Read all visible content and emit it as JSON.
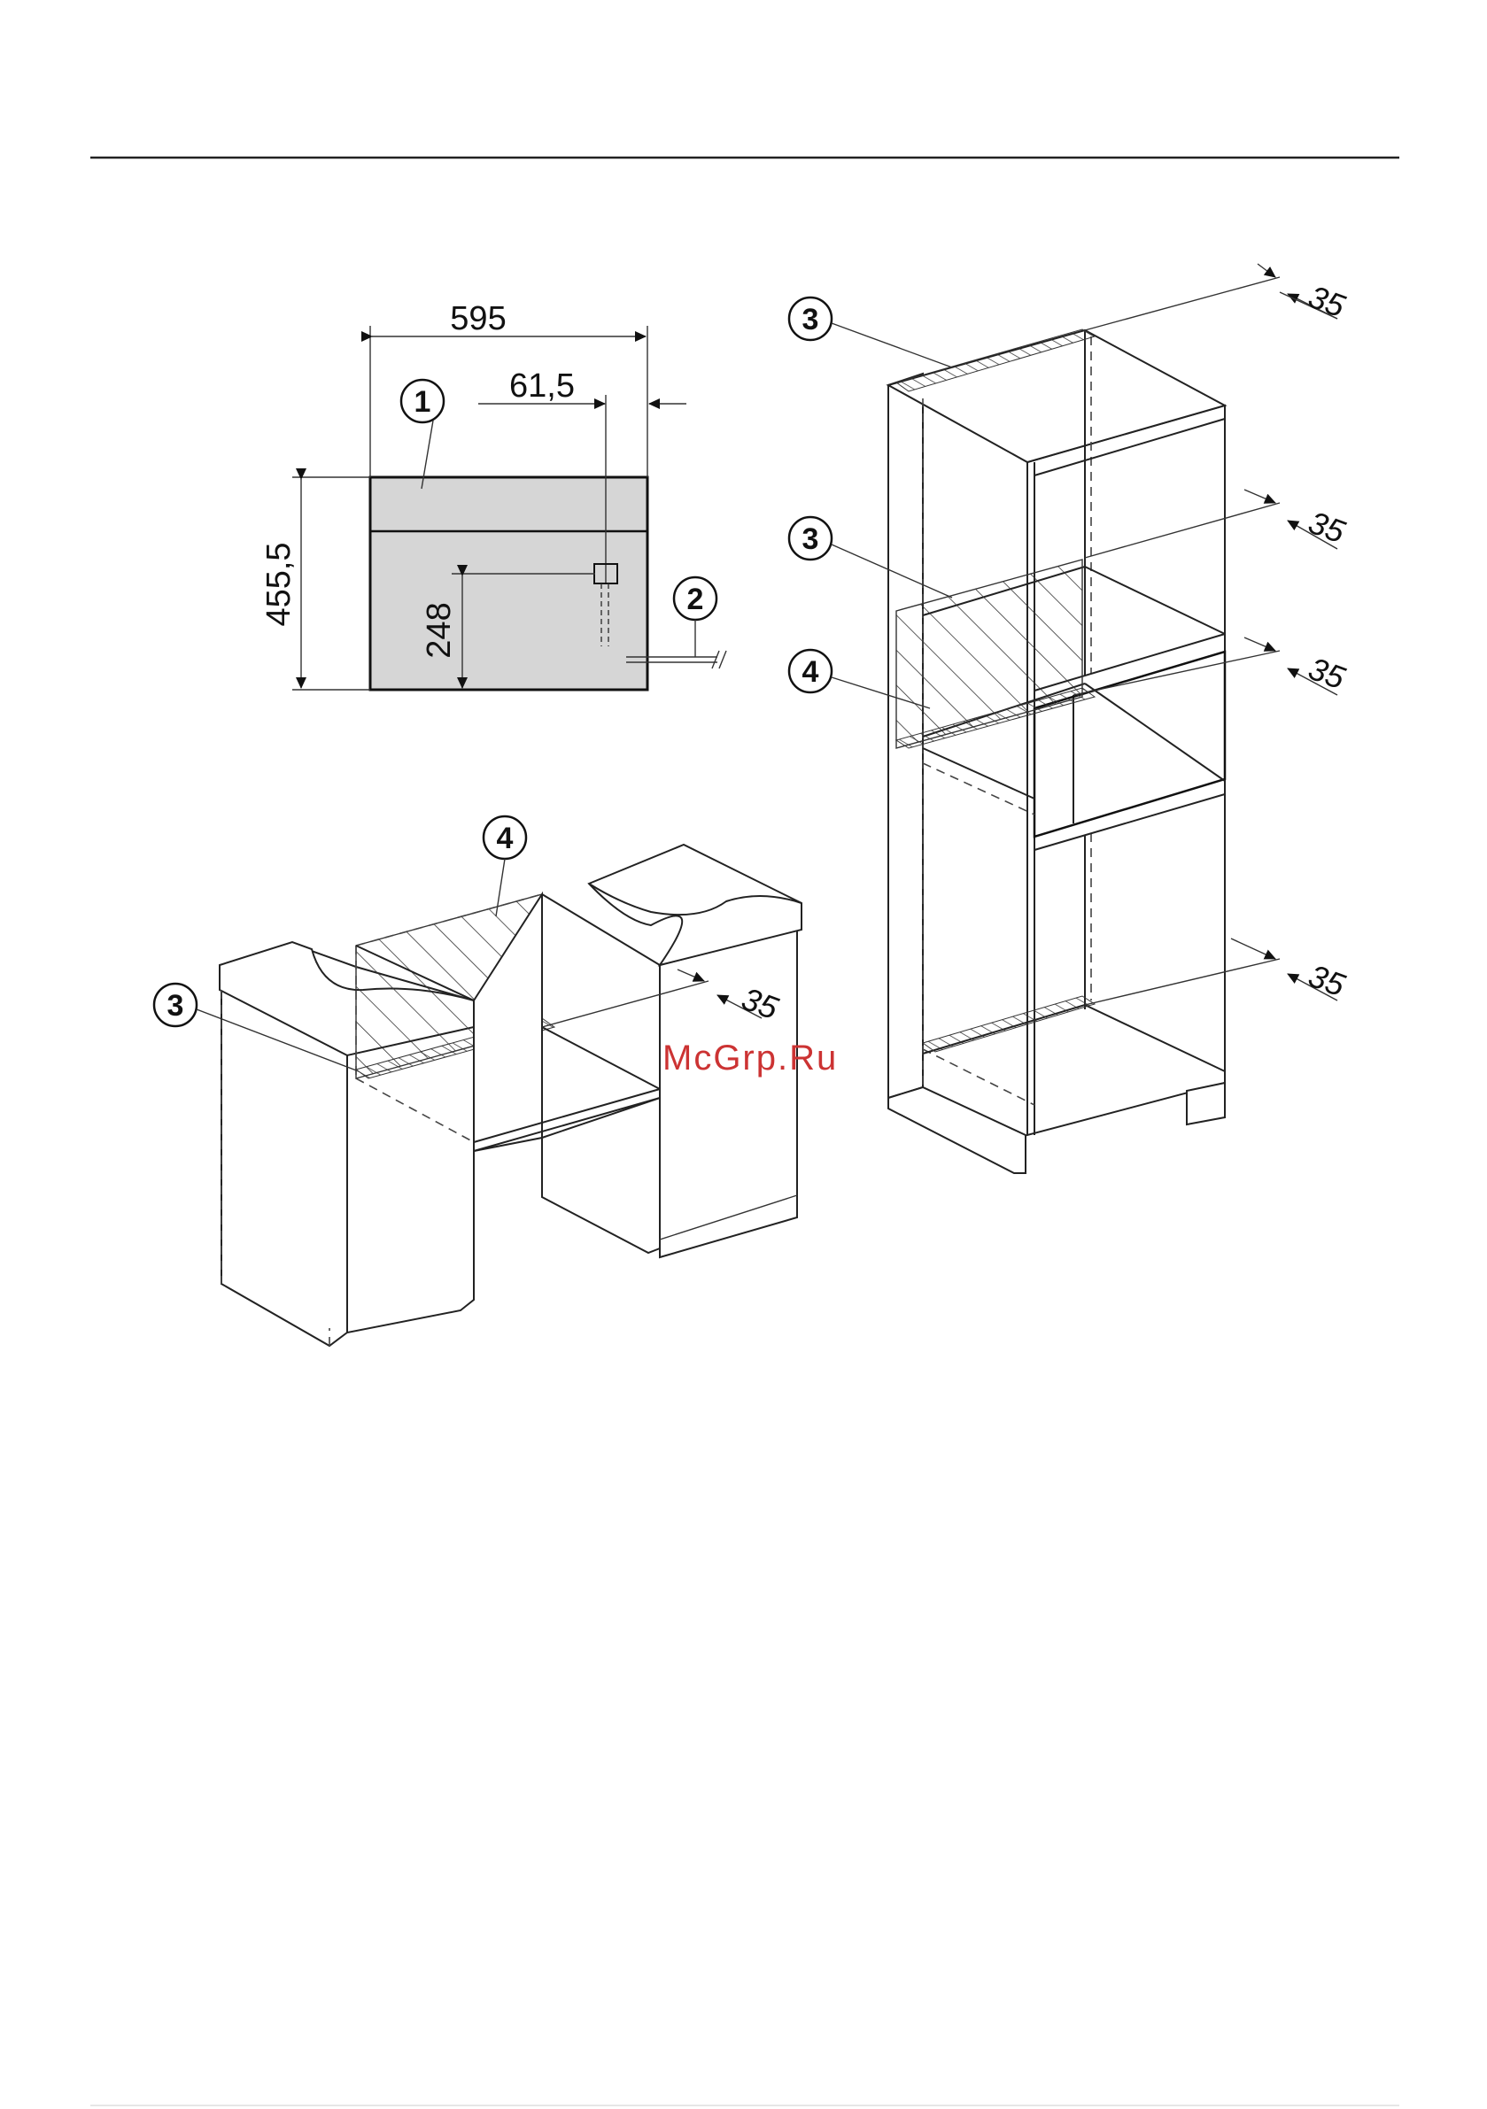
{
  "dimensions": {
    "width": "595",
    "height": "455,5",
    "offset_right": "61,5",
    "connection_height": "248",
    "ventilation_gap_unit": "35"
  },
  "callouts": {
    "c1": "1",
    "c2": "2",
    "c3": "3",
    "c4": "4"
  },
  "watermark": "McGrp.Ru",
  "colors": {
    "appliance_front": "#d6d6d6",
    "line": "#222222",
    "watermark": "#cc3333"
  }
}
